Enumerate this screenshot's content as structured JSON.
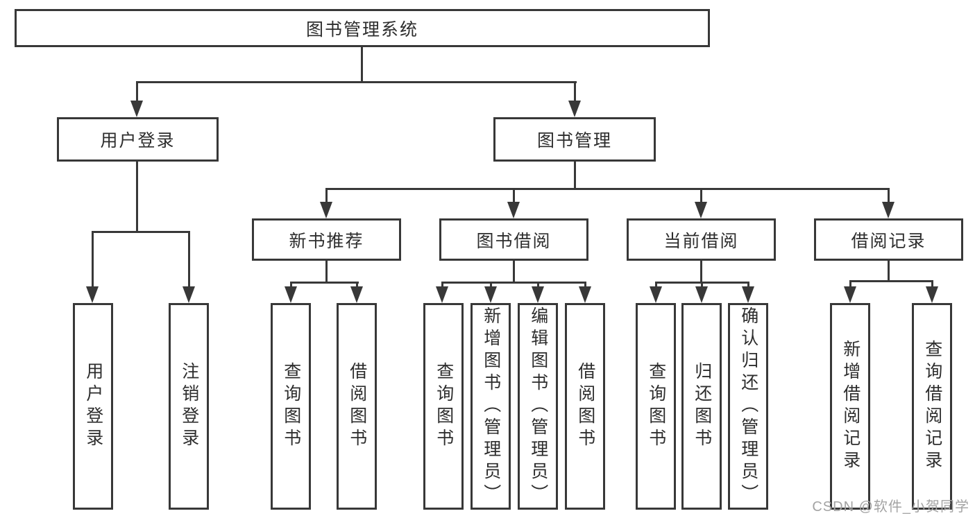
{
  "tree": {
    "label": "图书管理系统",
    "children": [
      {
        "label": "用户登录",
        "children": [
          {
            "label": "用户登录"
          },
          {
            "label": "注销登录"
          }
        ]
      },
      {
        "label": "图书管理",
        "children": [
          {
            "label": "新书推荐",
            "children": [
              {
                "label": "查询图书"
              },
              {
                "label": "借阅图书"
              }
            ]
          },
          {
            "label": "图书借阅",
            "children": [
              {
                "label": "查询图书"
              },
              {
                "label": "新增图书（管理员）"
              },
              {
                "label": "编辑图书（管理员）"
              },
              {
                "label": "借阅图书"
              }
            ]
          },
          {
            "label": "当前借阅",
            "children": [
              {
                "label": "查询图书"
              },
              {
                "label": "归还图书"
              },
              {
                "label": "确认归还（管理员）"
              }
            ]
          },
          {
            "label": "借阅记录",
            "children": [
              {
                "label": "新增借阅记录"
              },
              {
                "label": "查询借阅记录"
              }
            ]
          }
        ]
      }
    ]
  },
  "watermark": {
    "text": "CSDN @软件_小贺同学"
  },
  "colors": {
    "line": "#383838",
    "text": "#2d2d2d",
    "watermark": "#a3a3a3",
    "background": "#ffffff"
  }
}
